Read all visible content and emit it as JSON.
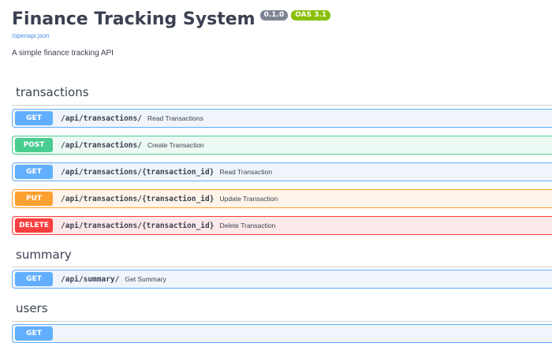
{
  "info": {
    "title": "Finance Tracking System",
    "version": "0.1.0",
    "oas": "OAS 3.1",
    "spec_link": "/openapi.json",
    "description": "A simple finance tracking API"
  },
  "sections": {
    "transactions": {
      "title": "transactions",
      "ops": [
        {
          "method": "GET",
          "path": "/api/transactions/",
          "summary": "Read Transactions"
        },
        {
          "method": "POST",
          "path": "/api/transactions/",
          "summary": "Create Transaction"
        },
        {
          "method": "GET",
          "path": "/api/transactions/{transaction_id}",
          "summary": "Read Transaction"
        },
        {
          "method": "PUT",
          "path": "/api/transactions/{transaction_id}",
          "summary": "Update Transaction"
        },
        {
          "method": "DELETE",
          "path": "/api/transactions/{transaction_id}",
          "summary": "Delete Transaction"
        }
      ]
    },
    "summary": {
      "title": "summary",
      "ops": [
        {
          "method": "GET",
          "path": "/api/summary/",
          "summary": "Get Summary"
        }
      ]
    },
    "users": {
      "title": "users",
      "ops": [
        {
          "method": "GET",
          "path": "",
          "summary": ""
        }
      ]
    }
  },
  "colors": {
    "get": "#61affe",
    "post": "#49cc90",
    "put": "#fca130",
    "delete": "#f93e3e"
  }
}
